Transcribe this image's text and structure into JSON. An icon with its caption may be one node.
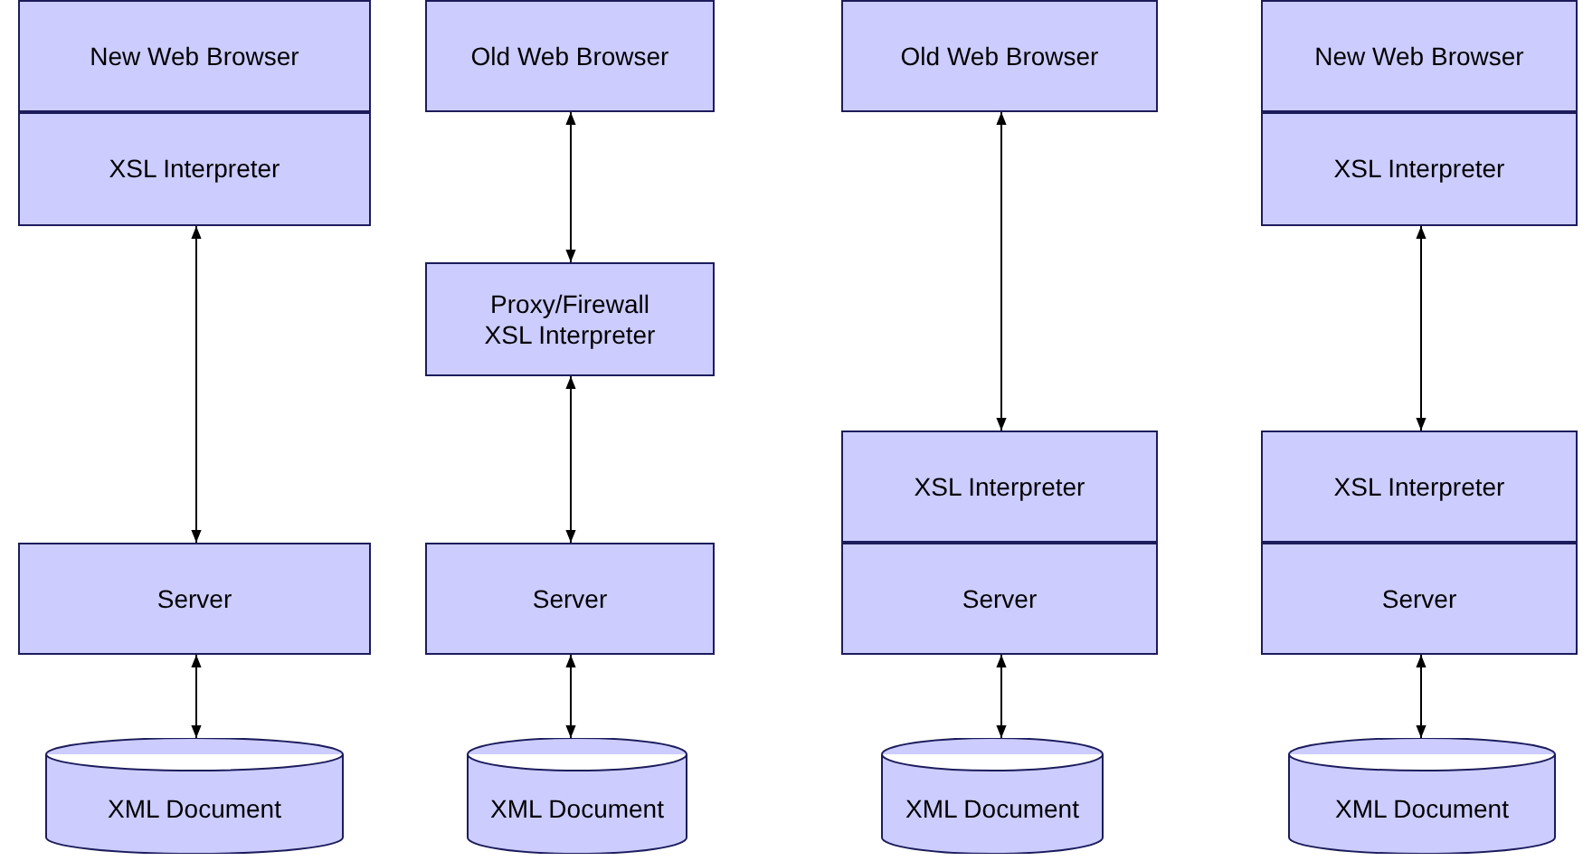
{
  "diagram": {
    "nodes": [
      {
        "text": [
          "New Web Browser"
        ]
      },
      {
        "text": [
          "XSL Interpreter"
        ]
      },
      {
        "text": [
          "Server"
        ]
      },
      {
        "text": [
          "XML Document"
        ]
      },
      {
        "text": [
          "Old Web Browser"
        ]
      },
      {
        "text": [
          "Proxy/Firewall XSL Interpreter"
        ]
      },
      {
        "text": [
          "Server"
        ]
      },
      {
        "text": [
          "XML Document"
        ]
      },
      {
        "text": [
          "Old Web Browser"
        ]
      },
      {
        "text": [
          "XSL Interpreter"
        ]
      },
      {
        "text": [
          "Server"
        ]
      },
      {
        "text": [
          "XML Document"
        ]
      },
      {
        "text": [
          "New Web Browser"
        ]
      },
      {
        "text": [
          "XSL Interpreter"
        ]
      },
      {
        "text": [
          "XSL Interpreter"
        ]
      },
      {
        "text": [
          "Server"
        ]
      },
      {
        "text": [
          "XML Document"
        ]
      }
    ],
    "edges": [
      {
        "from": 1,
        "to": 2,
        "arrow": "both"
      },
      {
        "from": 2,
        "to": 3,
        "arrow": "both"
      },
      {
        "from": 4,
        "to": 5,
        "arrow": "both"
      },
      {
        "from": 5,
        "to": 6,
        "arrow": "both"
      },
      {
        "from": 6,
        "to": 7,
        "arrow": "both"
      },
      {
        "from": 8,
        "to": 9,
        "arrow": "both"
      },
      {
        "from": 10,
        "to": 11,
        "arrow": "both"
      },
      {
        "from": 13,
        "to": 14,
        "arrow": "both"
      },
      {
        "from": 15,
        "to": 16,
        "arrow": "both"
      }
    ]
  }
}
